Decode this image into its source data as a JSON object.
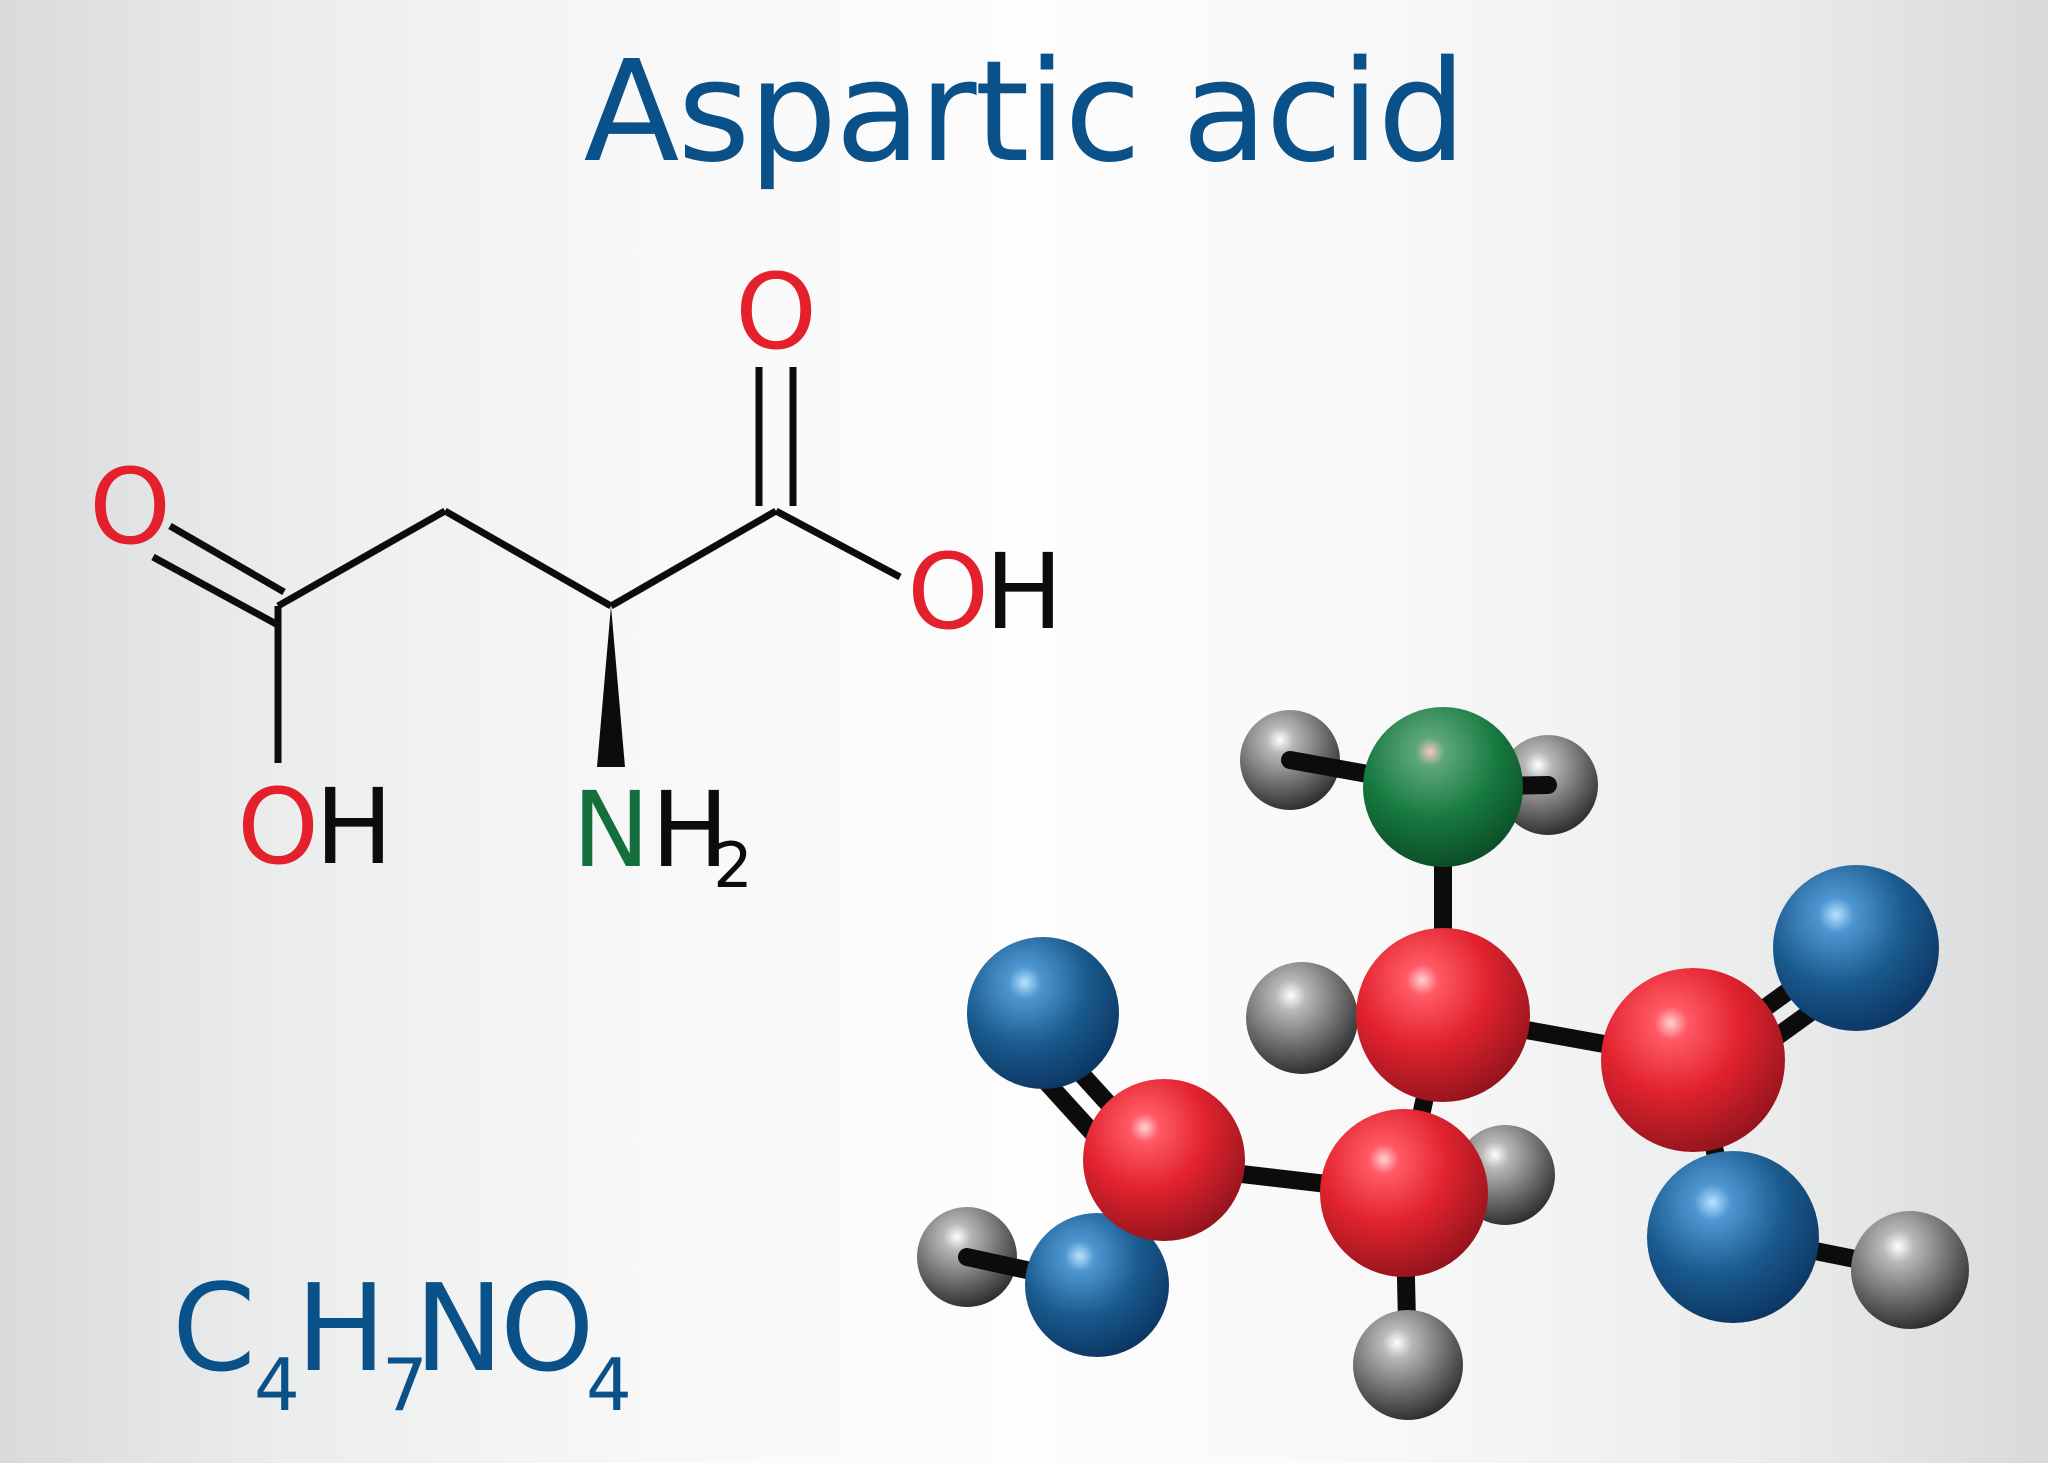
{
  "title": "Aspartic acid",
  "structure": {
    "labels": {
      "o_top": "O",
      "o_left": "O",
      "oh_right_o": "O",
      "oh_right_h": "H",
      "oh_bottom_o": "O",
      "oh_bottom_h": "H",
      "nh2_n": "N",
      "nh2_h": "H",
      "nh2_sub": "2"
    }
  },
  "formula": {
    "parts": [
      {
        "text": "C",
        "sub": "4"
      },
      {
        "text": "H",
        "sub": "7"
      },
      {
        "text": "N",
        "sub": ""
      },
      {
        "text": "O",
        "sub": "4"
      }
    ]
  },
  "colors": {
    "title": "#0a5189",
    "oxygen_label": "#e3202b",
    "nitrogen_label": "#13703c",
    "bond": "#0c0c0c",
    "formula": "#0a5189",
    "carbon_sphere": "#d9232f",
    "oxygen_sphere": "#1a5a8e",
    "nitrogen_sphere": "#157a3e",
    "hydrogen_sphere": "#6f6f6f"
  },
  "model": {
    "atoms": [
      {
        "id": "N1",
        "element": "nitrogen"
      },
      {
        "id": "C1",
        "element": "carbon"
      },
      {
        "id": "C2",
        "element": "carbon"
      },
      {
        "id": "C3",
        "element": "carbon"
      },
      {
        "id": "C4",
        "element": "carbon"
      },
      {
        "id": "O1",
        "element": "oxygen"
      },
      {
        "id": "O2",
        "element": "oxygen"
      },
      {
        "id": "O3",
        "element": "oxygen"
      },
      {
        "id": "O4",
        "element": "oxygen"
      },
      {
        "id": "H1",
        "element": "hydrogen"
      },
      {
        "id": "H2",
        "element": "hydrogen"
      },
      {
        "id": "H3",
        "element": "hydrogen"
      },
      {
        "id": "H4",
        "element": "hydrogen"
      },
      {
        "id": "H5",
        "element": "hydrogen"
      },
      {
        "id": "H6",
        "element": "hydrogen"
      },
      {
        "id": "H7",
        "element": "hydrogen"
      }
    ]
  }
}
